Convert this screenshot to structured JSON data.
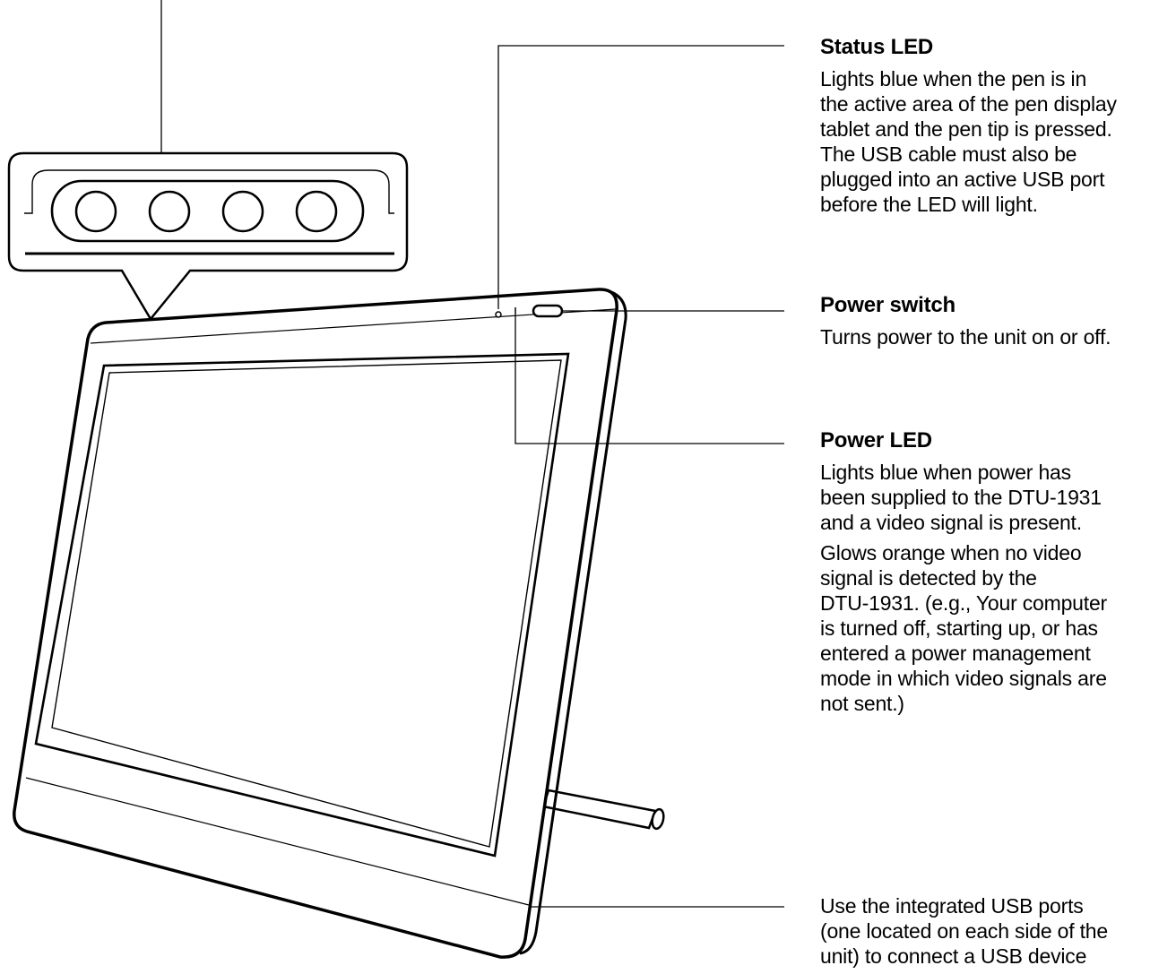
{
  "callouts": {
    "status_led": {
      "heading": "Status LED",
      "body": "Lights blue when the pen is in\nthe active area of the pen display\ntablet and the pen tip is pressed.\nThe USB cable must also be\nplugged into an active USB port\nbefore the LED will light."
    },
    "power_switch": {
      "heading": "Power switch",
      "body": "Turns power to the unit on or off."
    },
    "power_led": {
      "heading": "Power LED",
      "body_1": "Lights blue when power has\nbeen supplied to the DTU-1931\nand a video signal is present.",
      "body_2": "Glows orange when no video\nsignal is detected by the\nDTU-1931.  (e.g., Your computer\nis turned off, starting up, or has\nentered a power management\nmode in which video signals are\nnot sent.)"
    },
    "usb_ports": {
      "body": "Use the integrated USB ports\n(one located on each side of the\nunit) to connect a USB device"
    }
  },
  "colors": {
    "line": "#000000",
    "fill": "#ffffff",
    "text": "#000000"
  }
}
